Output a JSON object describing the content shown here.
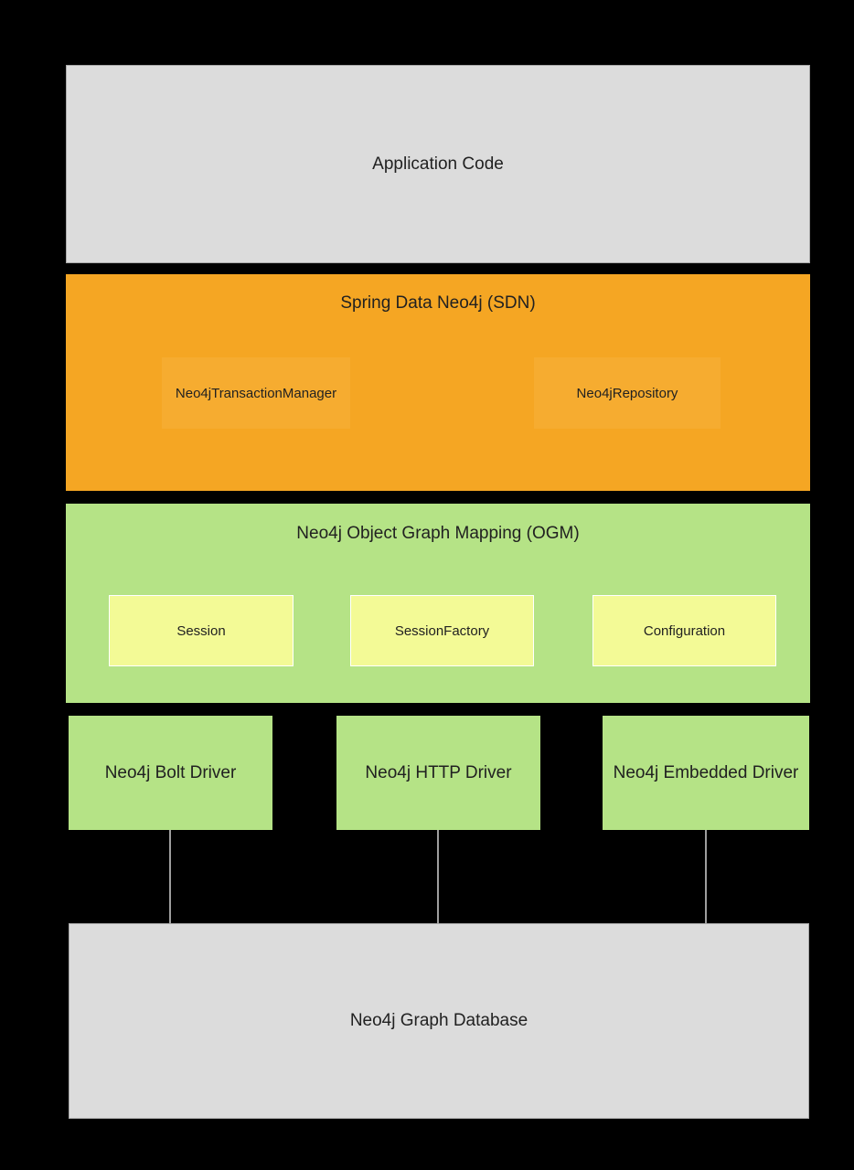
{
  "diagram": {
    "kind": "architecture-stack",
    "layers": {
      "application": {
        "label": "Application Code"
      },
      "sdn": {
        "label": "Spring Data Neo4j (SDN)",
        "components": [
          {
            "label": "Neo4jTransactionManager"
          },
          {
            "label": "Neo4jRepository"
          }
        ]
      },
      "ogm": {
        "label": "Neo4j Object Graph Mapping (OGM)",
        "components": [
          {
            "label": "Session"
          },
          {
            "label": "SessionFactory"
          },
          {
            "label": "Configuration"
          }
        ]
      },
      "drivers": [
        {
          "label": "Neo4j Bolt Driver"
        },
        {
          "label": "Neo4j HTTP Driver"
        },
        {
          "label": "Neo4j Embedded Driver"
        }
      ],
      "database": {
        "label": "Neo4j Graph Database"
      }
    },
    "colors": {
      "background": "#000000",
      "gray_layer": "#dcdcdc",
      "gray_border": "#a8a8a8",
      "sdn_orange": "#f5a623",
      "sdn_inner_orange": "#f6ac30",
      "green": "#b5e386",
      "ogm_inner_yellow": "#f3fa96",
      "ogm_inner_border": "#ffffff",
      "connector_line": "#9e9e9e",
      "text": "#212121"
    }
  }
}
